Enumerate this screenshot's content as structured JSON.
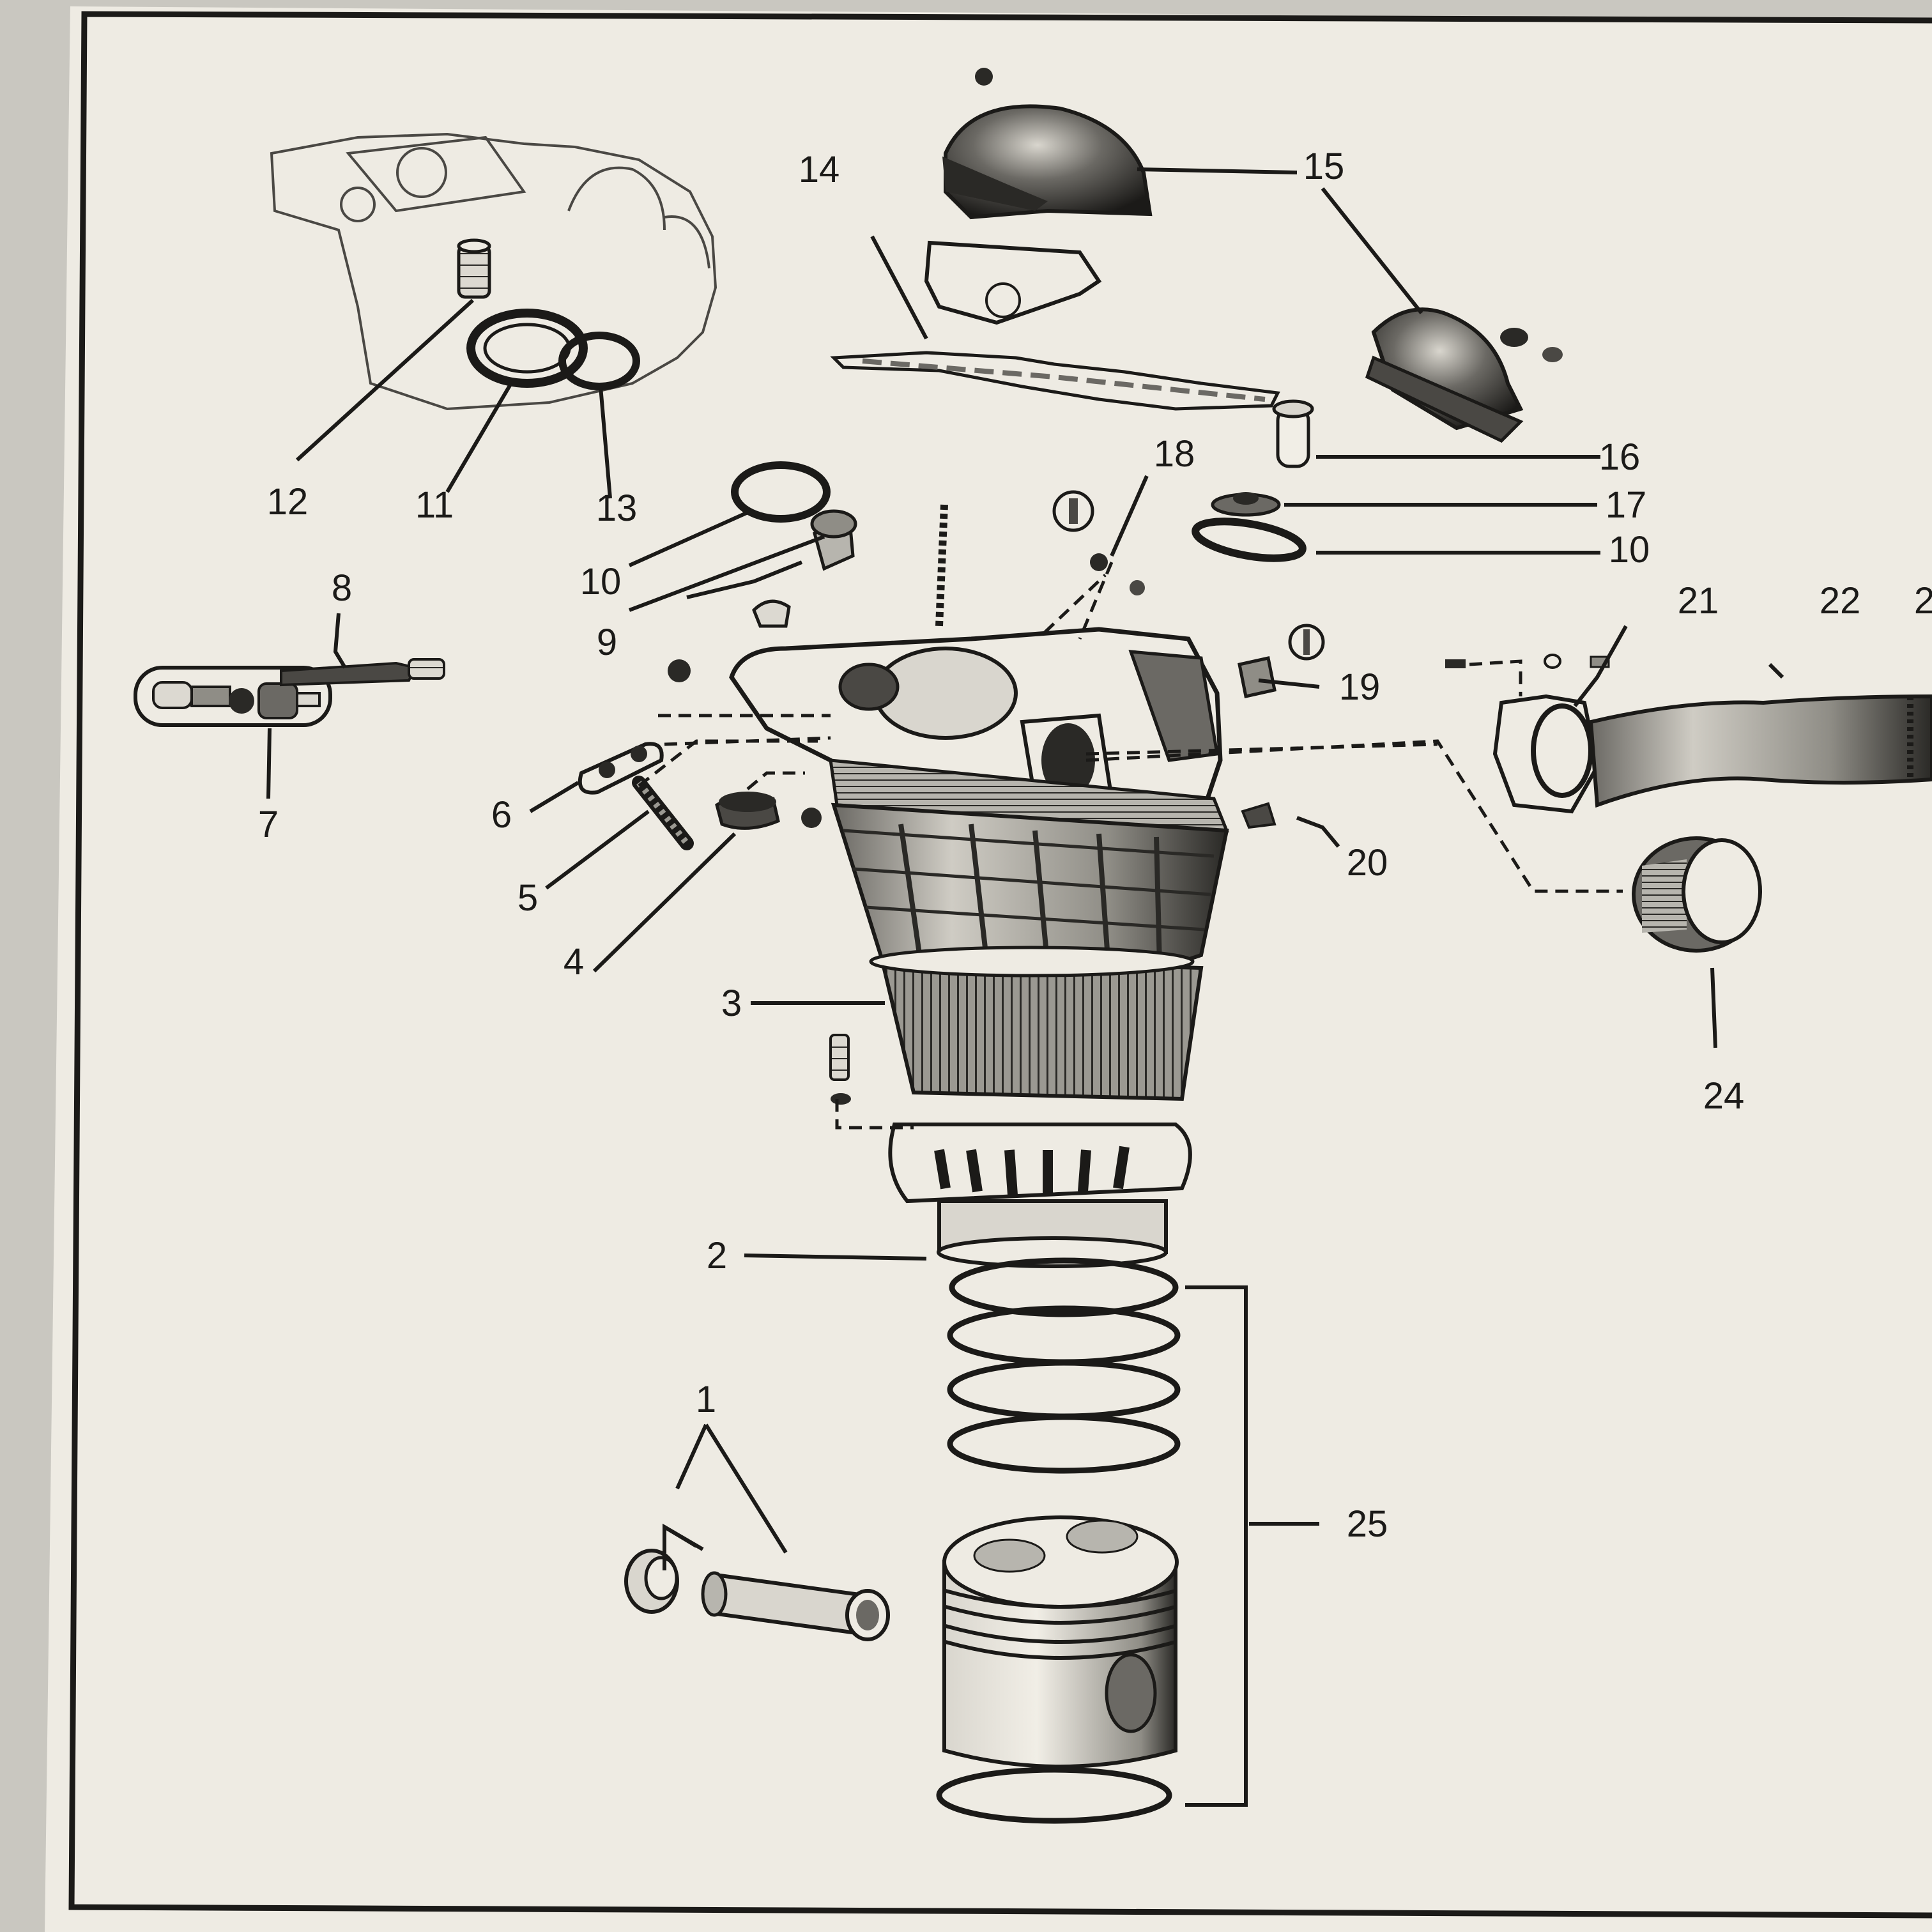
{
  "figure": {
    "callouts": [
      "1",
      "2",
      "3",
      "4",
      "5",
      "6",
      "7",
      "8",
      "9",
      "10",
      "11",
      "12",
      "13",
      "14",
      "15",
      "16",
      "17",
      "10",
      "18",
      "19",
      "20",
      "21",
      "22",
      "2",
      "24",
      "25"
    ]
  },
  "colors": {
    "paper": "#eeebe3",
    "paper_shadow": "#c9c7c0",
    "ink": "#1b1a18",
    "ink_light": "#4a4844",
    "fill_dark": "#2a2926",
    "fill_mid": "#6b6964",
    "fill_light": "#a9a7a0"
  }
}
